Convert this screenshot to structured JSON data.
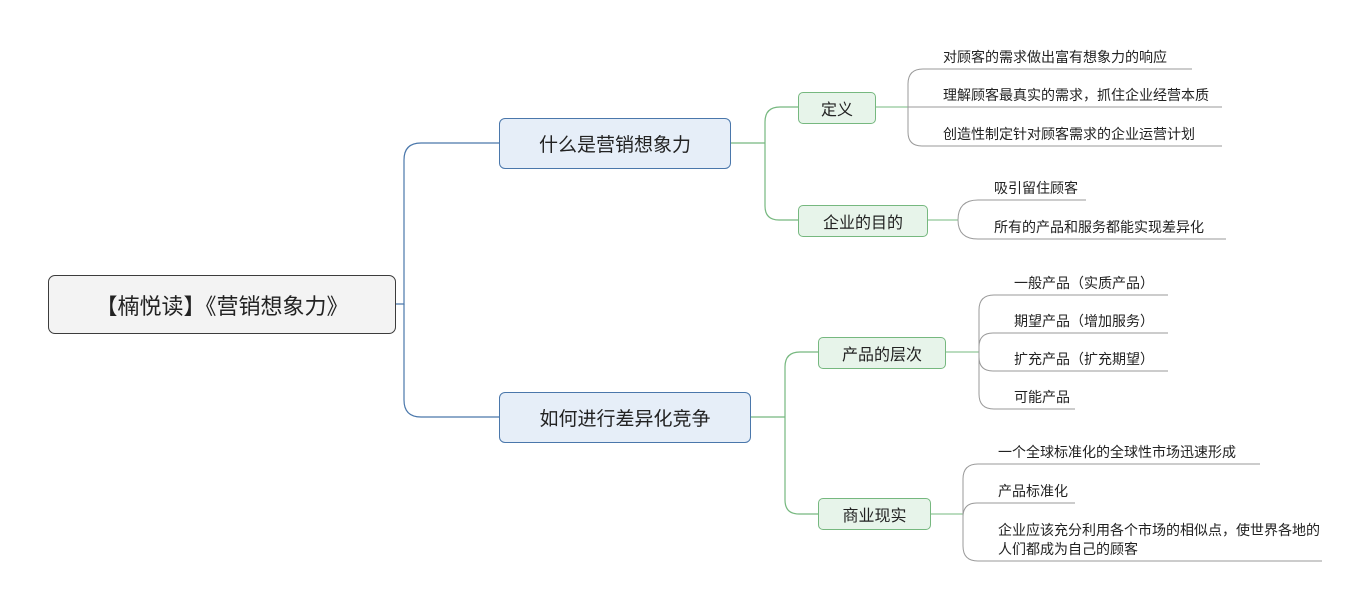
{
  "root": "【楠悦读】《营销想象力》",
  "branches": [
    {
      "label": "什么是营销想象力",
      "children": [
        {
          "label": "定义",
          "leaves": [
            "对顾客的需求做出富有想象力的响应",
            "理解顾客最真实的需求，抓住企业经营本质",
            "创造性制定针对顾客需求的企业运营计划"
          ]
        },
        {
          "label": "企业的目的",
          "leaves": [
            "吸引留住顾客",
            "所有的产品和服务都能实现差异化"
          ]
        }
      ]
    },
    {
      "label": "如何进行差异化竞争",
      "children": [
        {
          "label": "产品的层次",
          "leaves": [
            "一般产品（实质产品）",
            "期望产品（增加服务）",
            "扩充产品（扩充期望）",
            "可能产品"
          ]
        },
        {
          "label": "商业现实",
          "leaves": [
            "一个全球标准化的全球性市场迅速形成",
            "产品标准化",
            "企业应该充分利用各个市场的相似点，使世界各地的人们都成为自己的顾客"
          ]
        }
      ]
    }
  ],
  "colors": {
    "root_border": "#3c3c3c",
    "level1_border": "#4a77ab",
    "level1_fill": "#e6eef8",
    "level2_border": "#76b87f",
    "level2_fill": "#e7f4ea",
    "leaf_line": "#9a9a9a"
  }
}
